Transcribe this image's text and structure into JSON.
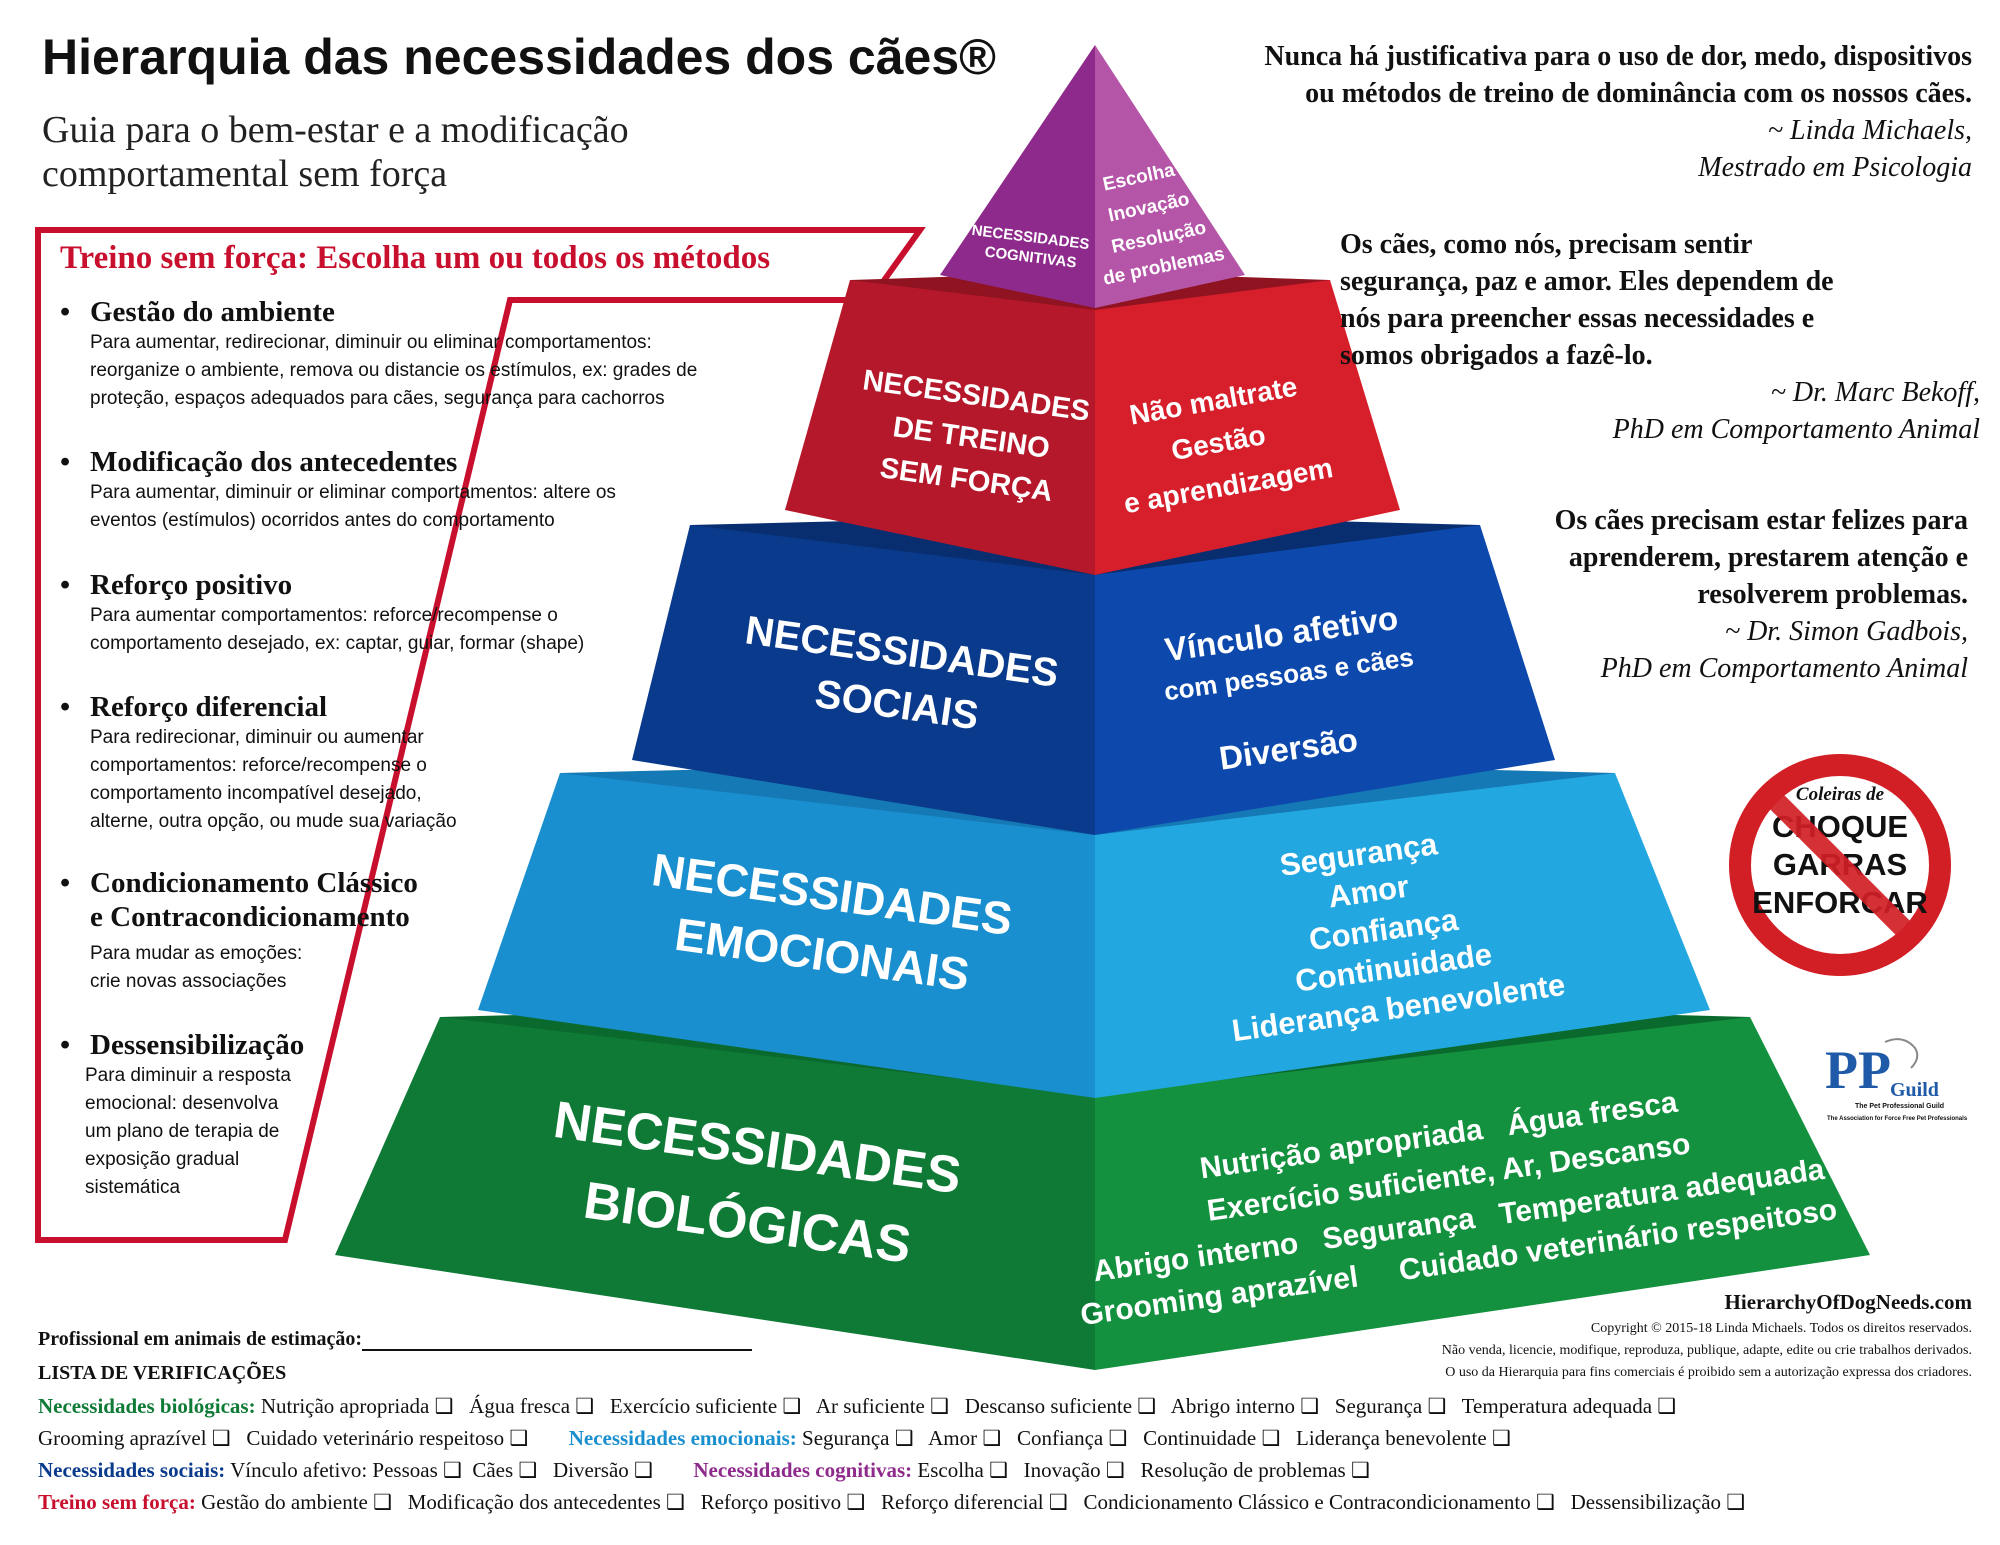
{
  "title": "Hierarquia das necessidades dos cães®",
  "subtitle_line1": "Guia para o bem-estar e a modificação",
  "subtitle_line2": "comportamental sem força",
  "quotes": [
    {
      "lines": [
        "Nunca há justificativa para o uso de dor, medo, dispositivos",
        "ou métodos de treino de dominância com os nossos cães."
      ],
      "author": "~ Linda Michaels,",
      "credential": "Mestrado em Psicologia"
    },
    {
      "lines": [
        "Os cães, como nós, precisam sentir",
        "segurança, paz e amor. Eles dependem de",
        "nós para preencher essas necessidades e",
        "somos obrigados a fazê-lo."
      ],
      "author": "~ Dr. Marc Bekoff,",
      "credential": "PhD em Comportamento Animal"
    },
    {
      "lines": [
        "Os cães precisam estar felizes para",
        "aprenderem, prestarem atenção e",
        "resolverem problemas."
      ],
      "author": "~ Dr. Simon Gadbois,",
      "credential": "PhD em Comportamento Animal"
    }
  ],
  "methods": {
    "title": "Treino sem força: Escolha um ou todos os métodos",
    "items": [
      {
        "head": "Gestão do ambiente",
        "desc": [
          "Para aumentar, redirecionar, diminuir ou eliminar comportamentos:",
          "reorganize o ambiente, remova ou distancie os estímulos, ex: grades de",
          "proteção, espaços adequados para cães, segurança para cachorros"
        ]
      },
      {
        "head": "Modificação dos antecedentes",
        "desc": [
          "Para aumentar, diminuir or eliminar comportamentos: altere os",
          "eventos (estímulos) ocorridos antes do comportamento"
        ]
      },
      {
        "head": "Reforço positivo",
        "desc": [
          "Para aumentar comportamentos: reforce/recompense o",
          "comportamento desejado, ex: captar, guiar, formar (shape)"
        ]
      },
      {
        "head": "Reforço diferencial",
        "desc": [
          "Para redirecionar, diminuir ou aumentar",
          "comportamentos: reforce/recompense o",
          "comportamento incompatível desejado,",
          "alterne, outra opção, ou mude sua variação"
        ]
      },
      {
        "head": "Condicionamento Clássico",
        "head2": "e Contracondicionamento",
        "desc": [
          "Para mudar as emoções:",
          "crie novas associações"
        ]
      },
      {
        "head": "Dessensibilização",
        "desc": [
          "Para diminuir a resposta",
          "emocional: desenvolva",
          "um plano de terapia de",
          "exposição gradual",
          "sistemática"
        ]
      }
    ]
  },
  "pyramid": {
    "cognitive": {
      "left": [
        "NECESSIDADES",
        "COGNITIVAS"
      ],
      "right": [
        "Escolha",
        "Inovação",
        "Resolução",
        "de problemas"
      ],
      "color_left": "#8e2a8c",
      "color_right": "#b455a8"
    },
    "training": {
      "left": [
        "NECESSIDADES",
        "DE TREINO",
        "SEM FORÇA"
      ],
      "right": [
        "Não maltrate",
        "Gestão",
        "e aprendizagem"
      ],
      "color_left": "#b5182a",
      "color_right": "#d71f2c"
    },
    "social": {
      "left": [
        "NECESSIDADES",
        "SOCIAIS"
      ],
      "right": [
        "Vínculo afetivo",
        "com pessoas e cães",
        "Diversão"
      ],
      "color_left": "#0a3a8c",
      "color_right": "#0d49ad"
    },
    "emotional": {
      "left": [
        "NECESSIDADES",
        "EMOCIONAIS"
      ],
      "right": [
        "Segurança",
        "Amor",
        "Confiança",
        "Continuidade",
        "Liderança benevolente"
      ],
      "color_left": "#1a8fcf",
      "color_right": "#23a7e0"
    },
    "biological": {
      "left": [
        "NECESSIDADES",
        "BIOLÓGICAS"
      ],
      "right": [
        "Nutrição apropriada   Água fresca",
        "Exercício suficiente, Ar, Descanso",
        "Abrigo interno   Segurança   Temperatura adequada",
        "Grooming aprazível     Cuidado veterinário respeitoso"
      ],
      "color_left": "#0e7a36",
      "color_right": "#13913f"
    }
  },
  "nosign": {
    "line1": "Coleiras de",
    "line2": "CHOQUE",
    "line3": "GARRAS",
    "line4": "ENFORCAR"
  },
  "logo": {
    "letters": "PP",
    "word": "Guild",
    "line1": "The Pet Professional Guild",
    "line2": "The Association for Force Free Pet Professionals"
  },
  "footer": {
    "site": "HierarchyOfDogNeeds.com",
    "copy": [
      "Copyright © 2015-18 Linda Michaels. Todos os direitos reservados.",
      "Não venda, licencie, modifique, reproduza, publique, adapte, edite ou crie trabalhos derivados.",
      "O uso da Hierarquia para fins comerciais é proibido sem a autorização expressa dos criadores."
    ],
    "professional": "Profissional em animais de estimação:",
    "checklist_title": "LISTA DE VERIFICAÇÕES"
  },
  "checklist": [
    {
      "label": "Necessidades biológicas:",
      "color": "#0e7a36",
      "items": "Nutrição apropriada ❑   Água fresca ❑   Exercício suficiente ❑   Ar suficiente ❑   Descanso suficiente ❑   Abrigo interno ❑   Segurança ❑   Temperatura adequada ❑"
    },
    {
      "label": "",
      "color": "#111111",
      "items": "Grooming aprazível ❑   Cuidado veterinário respeitoso ❑",
      "label2": "Necessidades emocionais:",
      "color2": "#1a8fcf",
      "items2": "Segurança ❑   Amor ❑   Confiança ❑   Continuidade ❑   Liderança benevolente ❑"
    },
    {
      "label": "Necessidades sociais:",
      "color": "#0a3a8c",
      "items": "Vínculo afetivo: Pessoas ❑  Cães ❑   Diversão ❑",
      "label2": "Necessidades cognitivas:",
      "color2": "#8e2a8c",
      "items2": "Escolha ❑   Inovação ❑   Resolução de problemas ❑"
    },
    {
      "label": "Treino sem força:",
      "color": "#c8102e",
      "items": "Gestão do ambiente ❑   Modificação dos antecedentes ❑   Reforço positivo ❑   Reforço diferencial ❑   Condicionamento Clássico e Contracondicionamento ❑   Dessensibilização ❑"
    }
  ]
}
